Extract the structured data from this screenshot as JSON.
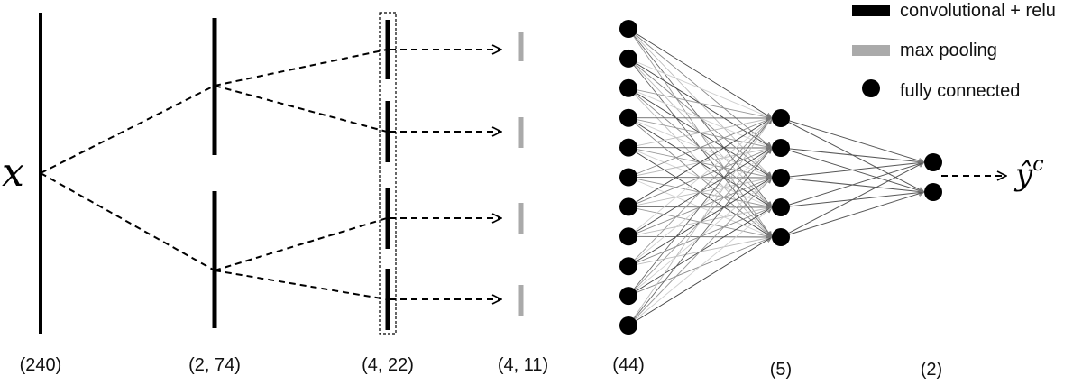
{
  "diagram": {
    "input_symbol": "x",
    "output_symbol": "ŷ",
    "output_superscript": "c",
    "shape_labels": [
      "(240)",
      "(2, 74)",
      "(4, 22)",
      "(4, 11)",
      "(44)",
      "(5)",
      "(2)"
    ],
    "legend": [
      {
        "label": "convolutional + relu",
        "icon": "black-bar-icon",
        "color": "#000000"
      },
      {
        "label": "max pooling",
        "icon": "grey-bar-icon",
        "color": "#aaaaaa"
      },
      {
        "label": "fully connected",
        "icon": "black-dot-icon",
        "color": "#000000"
      }
    ],
    "network": {
      "fully_connected_layers": [
        44,
        5,
        2
      ],
      "fc_input_nodes_drawn": 11,
      "conv_branches_level1": 2,
      "conv_branches_level2": 4
    },
    "colors": {
      "conv": "#000000",
      "pool": "#aaaaaa",
      "node": "#000000",
      "connection": "#555555"
    }
  }
}
